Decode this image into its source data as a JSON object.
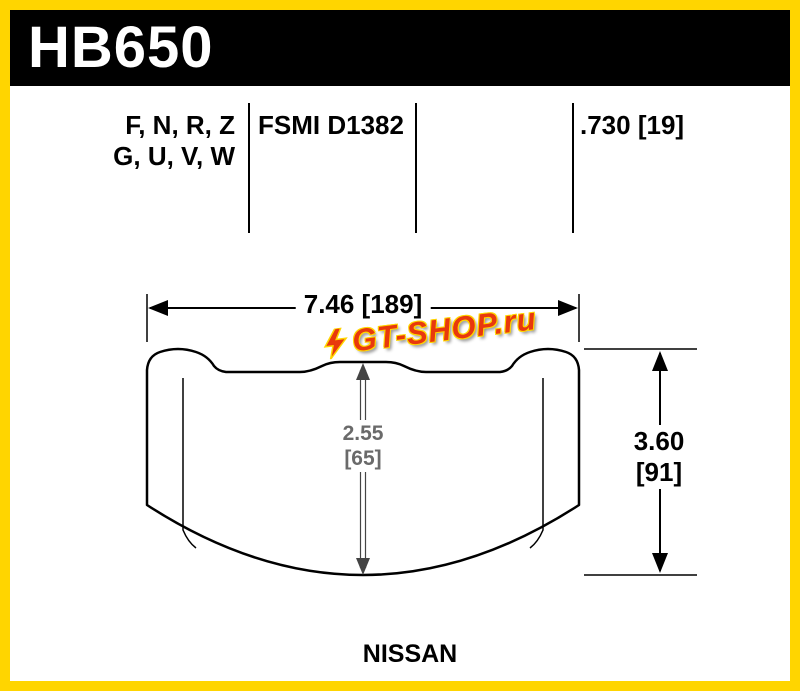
{
  "header": {
    "part_number": "HB650"
  },
  "specs": {
    "compounds_line1": "F, N, R, Z",
    "compounds_line2": "G, U, V, W",
    "fmsi_code": "FSMI D1382",
    "pad_thickness": ".730 [19]"
  },
  "dimensions": {
    "width": "7.46 [189]",
    "center_height_in": "2.55",
    "center_height_mm": "[65]",
    "overall_height_in": "3.60",
    "overall_height_mm": "[91]"
  },
  "footer": {
    "vehicle": "NISSAN"
  },
  "watermark": {
    "text": "GT-SHOP.ru"
  },
  "colors": {
    "frame_yellow": "#FFD500",
    "header_bg": "#000000",
    "header_text": "#FFFFFF",
    "line_black": "#000000",
    "center_dim_gray": "#6A6A6A",
    "watermark_red": "#E8380D"
  }
}
